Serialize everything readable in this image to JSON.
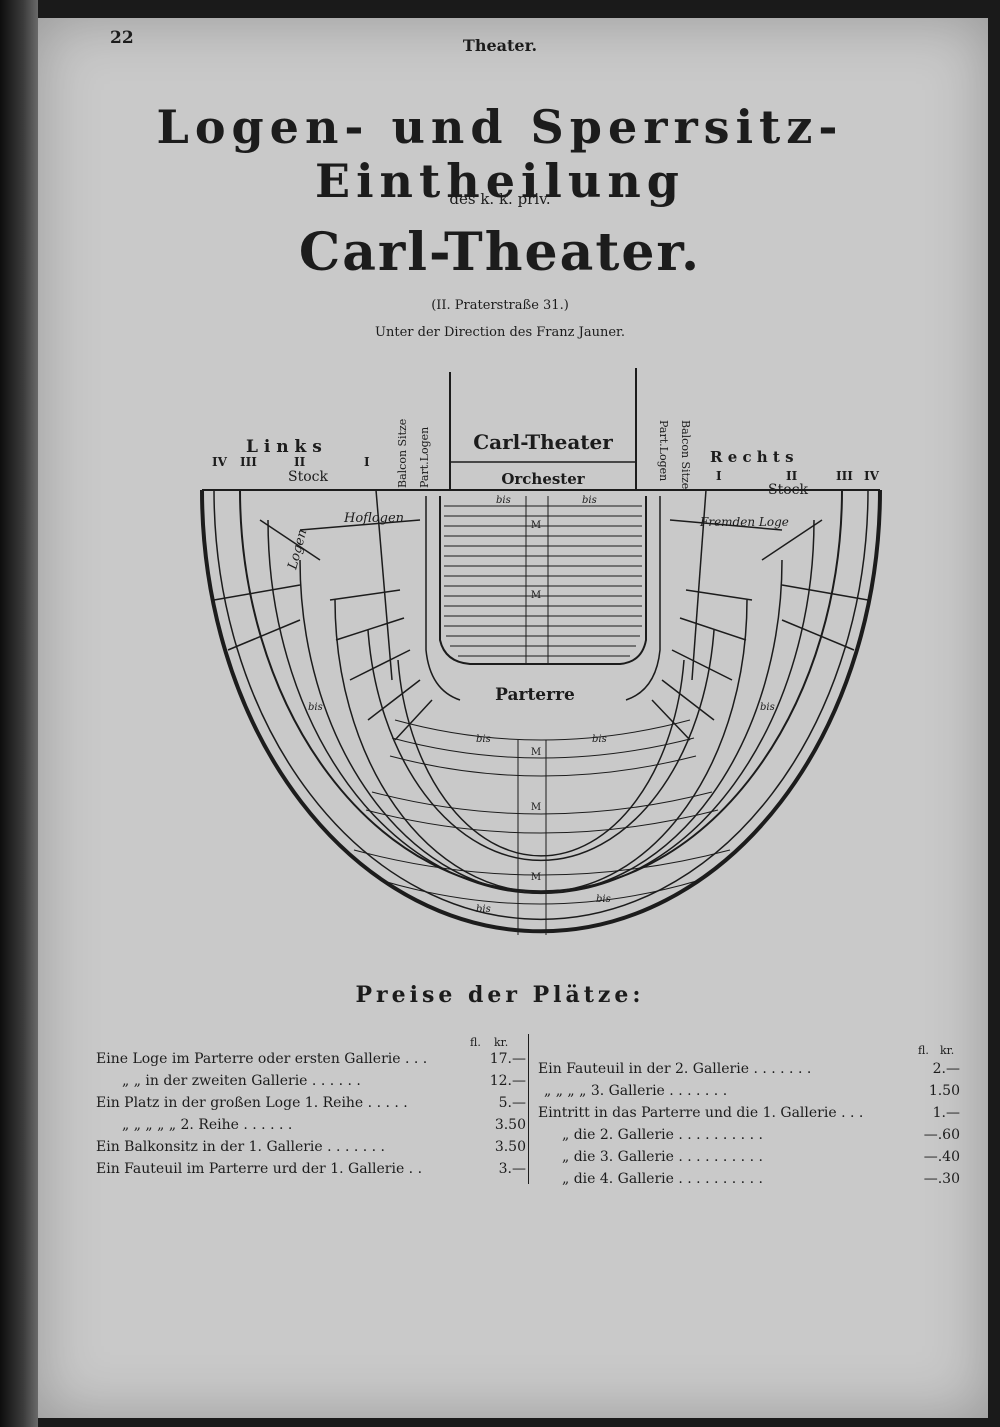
{
  "header": {
    "page_number": "22",
    "running_head": "Theater."
  },
  "title": "Logen- und Sperrsitz-Eintheilung",
  "subtitle": "des k. k. priv.",
  "theater_name": "Carl-Theater.",
  "address": "(II. Praterstraße 31.)",
  "direction": "Unter der Direction des Franz Jauner.",
  "plan": {
    "stage": "Carl-Theater",
    "orchestra": "Orchester",
    "parterre": "Parterre",
    "left": "L i n k s",
    "right": "R e c h t s",
    "stock": "Stock",
    "balcony_seats": "Balcon Sitze",
    "parterre_boxes": "Part.Logen",
    "court_boxes": "Hoflogen",
    "boxes": "Logen",
    "stranger_box": "Fremden Loge",
    "bis": "bis",
    "tiers_left": [
      "IV",
      "III",
      "II",
      "I"
    ],
    "tiers_right": [
      "I",
      "II",
      "III",
      "IV"
    ],
    "middle": "M"
  },
  "prices": {
    "heading": "Preise der Plätze:",
    "unit_fl": "fl.",
    "unit_kr": "kr.",
    "left": [
      {
        "label": "Eine Loge im Parterre oder ersten Gallerie . . .",
        "price": "17.—"
      },
      {
        "label": "„ „ in der zweiten Gallerie . . . . . .",
        "price": "12.—"
      },
      {
        "label": "Ein Platz in der großen Loge 1. Reihe . . . . .",
        "price": "5.—"
      },
      {
        "label": "„ „ „ „ „ 2. Reihe . . . . . .",
        "price": "3.50"
      },
      {
        "label": "Ein Balkonsitz in der 1. Gallerie . . . . . . .",
        "price": "3.50"
      },
      {
        "label": "Ein Fauteuil im Parterre urd der 1. Gallerie . .",
        "price": "3.—"
      }
    ],
    "right": [
      {
        "label": "Ein Fauteuil in der 2. Gallerie . . . . . . .",
        "price": "2.—"
      },
      {
        "label": "„ „ „ „ 3. Gallerie . . . . . . .",
        "price": "1.50"
      },
      {
        "label": "Eintritt in das Parterre und die 1. Gallerie . . .",
        "price": "1.—"
      },
      {
        "label": "„ die 2. Gallerie . . . . . . . . . .",
        "price": "—.60"
      },
      {
        "label": "„ die 3. Gallerie . . . . . . . . . .",
        "price": "—.40"
      },
      {
        "label": "„ die 4. Gallerie . . . . . . . . . .",
        "price": "—.30"
      }
    ]
  }
}
